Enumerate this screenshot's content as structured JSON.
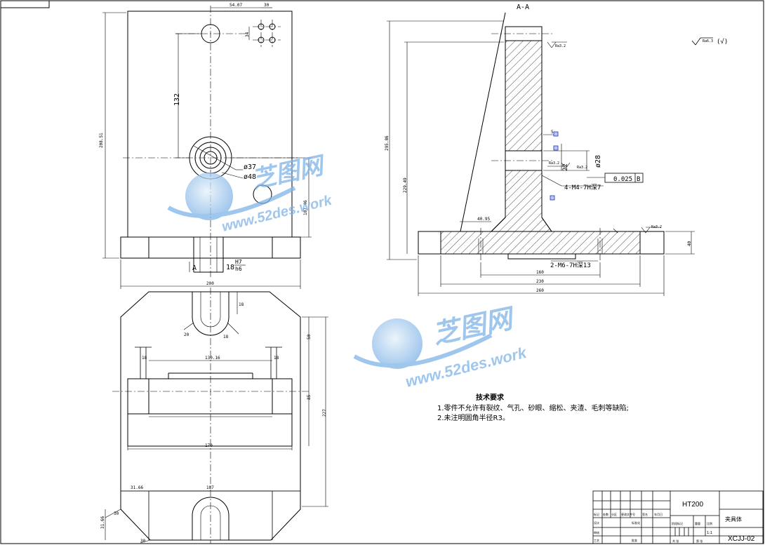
{
  "section_label": "A-A",
  "view_label": "A",
  "front_view": {
    "dim_top_offset": "54.07",
    "dim_hole_pitch": "30",
    "dim_hole_vert": "34",
    "dim_vertical_132": "132",
    "dim_height_left": "208.51",
    "dim_height_right": "107.46",
    "dim_bore_small": "ø37",
    "dim_bore_large": "ø48",
    "fit_size": "18",
    "fit_upper": "H7",
    "fit_lower": "h6",
    "dim_base_width": "200"
  },
  "section_view": {
    "dim_total_height": "295.86",
    "dim_inner_height": "229.49",
    "dim_rib": "40.95",
    "dim_bore": "ø28",
    "dim_small": "22",
    "dim_step": "5",
    "thread_callout_upper": "4-M4-7H深7",
    "thread_callout_lower": "2-M6-7H深13",
    "tolerance_value": "0.025",
    "datum": "B",
    "roughness_top": "Ra3.2",
    "roughness_mid_1": "Ra3.2",
    "roughness_mid_2": "Ra3.2",
    "roughness_right": "Ra3.2",
    "dim_base_height": "40",
    "dim_width_160": "160",
    "dim_width_230": "230",
    "dim_width_260": "260"
  },
  "general_roughness": {
    "value": "Ra6.3",
    "mark": "(√)"
  },
  "top_view": {
    "dim_slot_depth": "18",
    "dim_r20": "20",
    "dim_r18": "18",
    "dim_inner_span": "130.16",
    "dim_slot_left": "18",
    "dim_slot_right": "18",
    "dim_170": "170",
    "dim_right_small": "50",
    "dim_right_mid": "85",
    "dim_right_total": "227",
    "dim_bottom_left": "31.66",
    "dim_bottom_span": "187",
    "dim_chamfer_1": "30",
    "dim_chamfer_2": "30",
    "dim_corner": "31.66"
  },
  "tech_notes": {
    "title": "技术要求",
    "lines": [
      "1.零件不允许有裂纹、气孔、砂眼、缩松、夹渣、毛刺等缺陷;",
      "2.未注明圆角半径R3。"
    ]
  },
  "title_block": {
    "material": "HT200",
    "part_name": "夹具体",
    "drawing_no": "XCJJ-02",
    "scale": "1:1",
    "cells": {
      "mark": "标记",
      "count": "处数",
      "zone": "分区",
      "change_doc": "更改文件号",
      "signature": "签名",
      "date": "年月日",
      "designer": "设计",
      "standardize": "标准化",
      "stage_mark": "阶段标记",
      "weight": "重量",
      "scale_label": "比例",
      "review": "审核",
      "process": "工艺",
      "approve": "批准",
      "sheet_total": "共 张",
      "sheet_no": "第 张"
    }
  },
  "watermark": {
    "brand": "芝图网",
    "url": "www.52des.work"
  }
}
